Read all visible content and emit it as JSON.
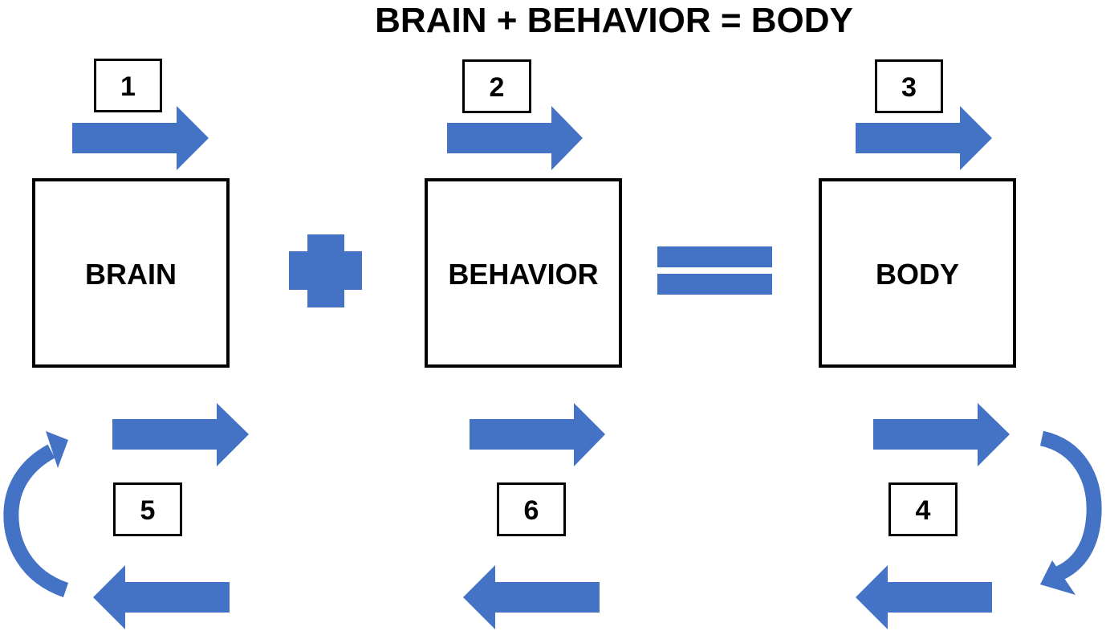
{
  "title": "BRAIN + BEHAVIOR = BODY",
  "boxes": {
    "brain": "BRAIN",
    "behavior": "BEHAVIOR",
    "body": "BODY"
  },
  "step_labels": [
    "1",
    "2",
    "3",
    "4",
    "5",
    "6"
  ],
  "icons": {
    "plus": "plus-icon",
    "equals": "equals-icon"
  },
  "colors": {
    "arrow": "#4472C4",
    "outline": "#000000",
    "text": "#000000",
    "background": "#FFFFFF"
  }
}
